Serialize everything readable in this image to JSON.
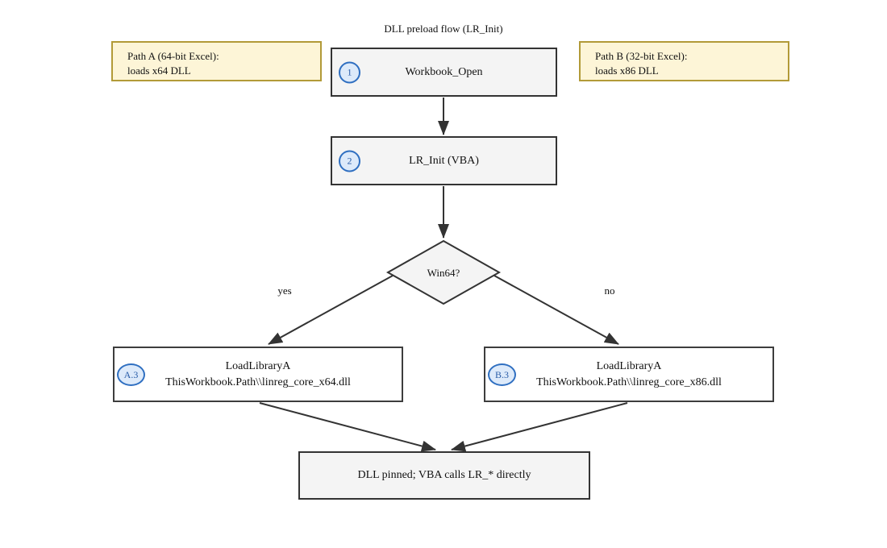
{
  "title": "DLL preload flow (LR_Init)",
  "notes": {
    "pathA": {
      "line1": "Path A (64-bit Excel):",
      "line2": "loads x64 DLL"
    },
    "pathB": {
      "line1": "Path B (32-bit Excel):",
      "line2": "loads x86 DLL"
    }
  },
  "nodes": {
    "workbookOpen": {
      "badge": "1",
      "label": "Workbook_Open"
    },
    "lrInit": {
      "badge": "2",
      "label": "LR_Init (VBA)"
    },
    "decision": {
      "label": "Win64?"
    },
    "loadX64": {
      "badge": "A.3",
      "line1": "LoadLibraryA",
      "line2": "ThisWorkbook.Path\\\\linreg_core_x64.dll"
    },
    "loadX86": {
      "badge": "B.3",
      "line1": "LoadLibraryA",
      "line2": "ThisWorkbook.Path\\\\linreg_core_x86.dll"
    },
    "done": {
      "label": "DLL pinned; VBA calls LR_* directly"
    }
  },
  "edge_labels": {
    "yes": "yes",
    "no": "no"
  },
  "colors": {
    "step_fill": "#f4f4f4",
    "step_border": "#333333",
    "branch_fill": "#ffffff",
    "branch_border": "#3d3d3d",
    "note_fill": "#fdf5d7",
    "note_border": "#b29a38",
    "badge_fill": "#ddeafa",
    "badge_border": "#2f6fc1",
    "badge_text": "#2a5da8",
    "arrow": "#333333"
  }
}
